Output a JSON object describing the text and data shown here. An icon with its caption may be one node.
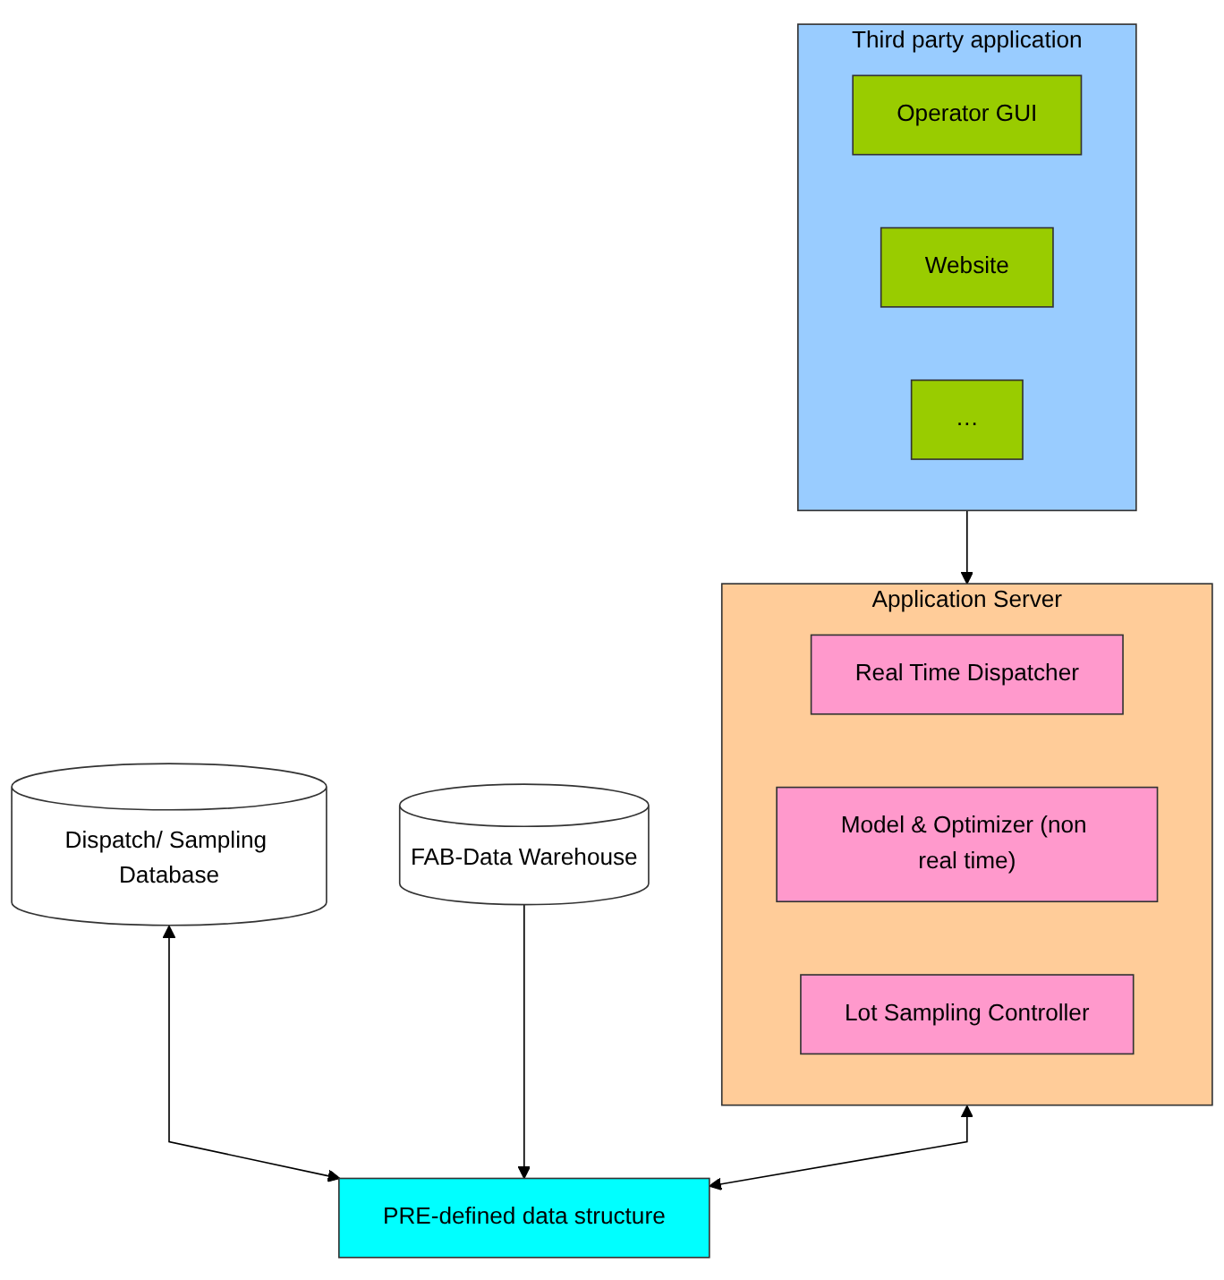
{
  "diagram": {
    "nodes": [
      {
        "text": [
          "Third party application"
        ]
      },
      {
        "text": [
          "Operator GUI"
        ],
        "in": 0
      },
      {
        "text": [
          "Website"
        ],
        "in": 0
      },
      {
        "text": [
          "…"
        ],
        "in": 0
      },
      {
        "text": [
          "Application Server"
        ]
      },
      {
        "text": [
          "Real Time Dispatcher"
        ],
        "in": 4
      },
      {
        "text": [
          "Model & Optimizer (non real time)"
        ],
        "in": 4
      },
      {
        "text": [
          "Lot Sampling Controller"
        ],
        "in": 4
      },
      {
        "text": [
          "Dispatch/ Sampling Database"
        ]
      },
      {
        "text": [
          "PRE-defined data structure"
        ]
      },
      {
        "text": [
          "FAB-Data Warehouse"
        ]
      }
    ],
    "edges": [
      {
        "from": 0,
        "to": 4,
        "arrow": "to"
      },
      {
        "from": 4,
        "to": 9,
        "arrow": "both"
      },
      {
        "from": 8,
        "to": 9,
        "arrow": "both"
      },
      {
        "from": 10,
        "to": 9,
        "arrow": "to"
      }
    ]
  }
}
